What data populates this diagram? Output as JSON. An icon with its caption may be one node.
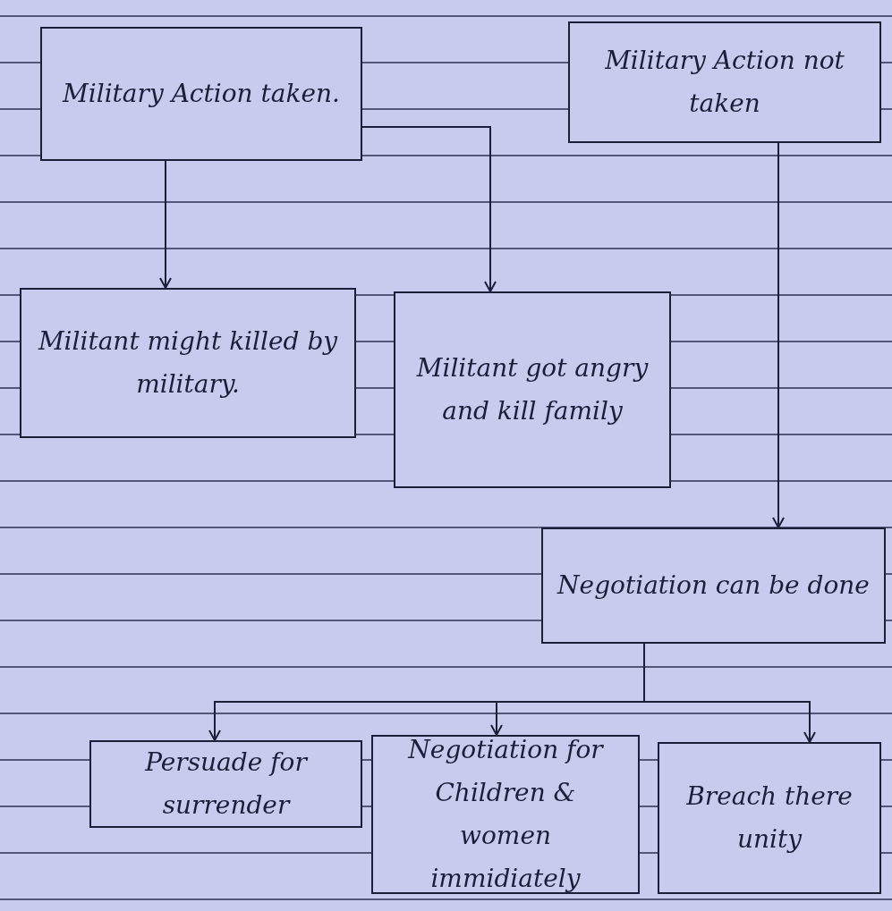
{
  "diagram": {
    "nodes": [
      {
        "text": [
          "Military Action taken."
        ]
      },
      {
        "text": [
          "Military Action not taken"
        ]
      },
      {
        "text": [
          "Militant might killed by military."
        ]
      },
      {
        "text": [
          "Militant got angry and kill family"
        ]
      },
      {
        "text": [
          "Negotiation can be done"
        ]
      },
      {
        "text": [
          "Persuade for surrender"
        ]
      },
      {
        "text": [
          "Negotiation for Children & women immidiately"
        ]
      },
      {
        "text": [
          "Breach there unity"
        ]
      }
    ],
    "edges": [
      {
        "from": 0,
        "to": 2,
        "arrow": "to"
      },
      {
        "from": 0,
        "to": 3,
        "arrow": "to"
      },
      {
        "from": 1,
        "to": 4,
        "arrow": "to"
      },
      {
        "from": 4,
        "to": 5,
        "arrow": "to"
      },
      {
        "from": 4,
        "to": 6,
        "arrow": "to"
      },
      {
        "from": 4,
        "to": 7,
        "arrow": "to"
      }
    ]
  }
}
